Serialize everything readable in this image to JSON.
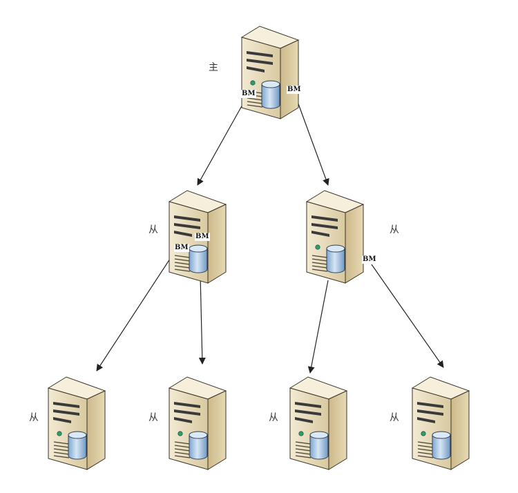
{
  "diagram": {
    "servers": [
      {
        "id": "master",
        "role": "主"
      },
      {
        "id": "slave-1",
        "role": "从"
      },
      {
        "id": "slave-2",
        "role": "从"
      },
      {
        "id": "slave-1-1",
        "role": "从"
      },
      {
        "id": "slave-1-2",
        "role": "从"
      },
      {
        "id": "slave-2-1",
        "role": "从"
      },
      {
        "id": "slave-2-2",
        "role": "从"
      }
    ],
    "tags": [
      "BM",
      "BM",
      "BM",
      "BM",
      "BM"
    ],
    "edges": [
      {
        "from": "master",
        "to": "slave-1"
      },
      {
        "from": "master",
        "to": "slave-2"
      },
      {
        "from": "slave-1",
        "to": "slave-1-1"
      },
      {
        "from": "slave-1",
        "to": "slave-1-2"
      },
      {
        "from": "slave-2",
        "to": "slave-2-1"
      },
      {
        "from": "slave-2",
        "to": "slave-2-2"
      }
    ],
    "colors": {
      "server_front": "#e8dcbd",
      "server_side": "#c8b68a",
      "server_top": "#f5efdc",
      "db_body": "#a9c8e6",
      "arrow": "#222222"
    }
  }
}
